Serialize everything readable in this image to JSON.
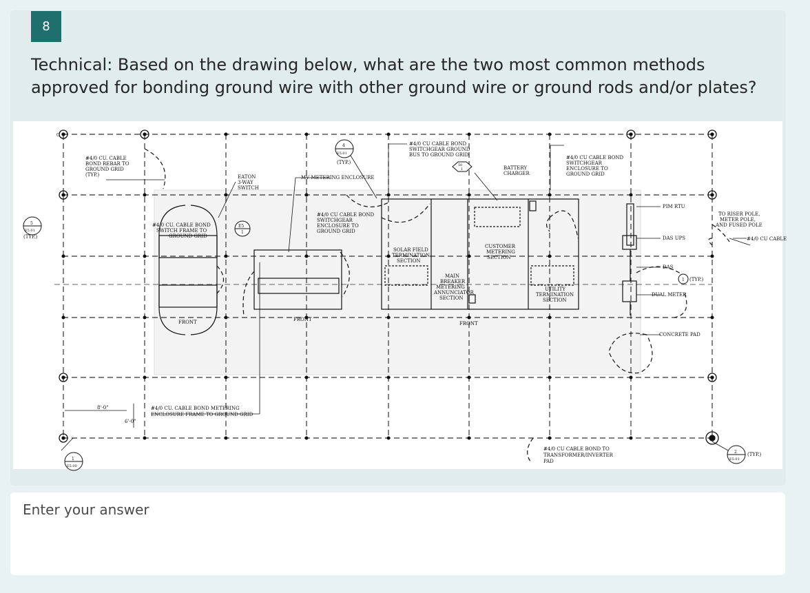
{
  "question": {
    "number": "8",
    "text": "Technical: Based on the drawing below, what are the two most common methods approved for bonding ground wire with other ground wire or ground rods and/or plates?"
  },
  "drawing": {
    "labels": {
      "bond_rebar": [
        "#4/0 CU. CABLE",
        "BOND REBAR TO",
        "GROUND GRID",
        "(TYP.)"
      ],
      "eaton_switch": [
        "EATON",
        "3-WAY",
        "SWITCH"
      ],
      "mv_enclosure": "MV METERING ENCLOSURE",
      "bond_switchgear_bus": [
        "#4/0 CU CABLE BOND",
        "SWITCHGEAR GROUND",
        "BUS TO GROUND GRID"
      ],
      "battery_charger": [
        "BATTERY",
        "CHARGER"
      ],
      "bond_switchgear_enclosure_right": [
        "#4/0 CU CABLE BOND",
        "SWITCHGEAR",
        "ENCLOSURE TO",
        "GROUND GRID"
      ],
      "bond_switch_frame": [
        "#4/0 CU. CABLE BOND",
        "SWITCH FRAME TO",
        "GROUND GRID"
      ],
      "bond_switchgear_enclosure_mid": [
        "#4/0 CU CABLE BOND",
        "SWITCHGEAR",
        "ENCLOSURE TO",
        "GROUND GRID"
      ],
      "solar_field": [
        "SOLAR FIELD",
        "TERMINATION",
        "SECTION"
      ],
      "main_breaker": [
        "MAIN",
        "BREAKER",
        "METERING",
        "ANNUNCIATOR",
        "SECTION"
      ],
      "customer_metering": [
        "CUSTOMER",
        "METERING",
        "SECTION"
      ],
      "utility_termination": [
        "UTILITY",
        "TERMINATION",
        "SECTION"
      ],
      "pim_rtu": "PIM RTU",
      "das_ups": "DAS UPS",
      "das": "DAS",
      "dual_meter": "DUAL METER",
      "concrete_pad": "CONCRETE PAD",
      "riser_pole": [
        "TO RISER POLE,",
        "METER POLE,",
        "AND FUSED POLE"
      ],
      "cu_cable": "#4/0 CU CABLE",
      "bond_meter_enclosure": [
        "#4/0 CU. CABLE BOND METERING",
        "ENCLOSURE FRAME TO GROUND GRID"
      ],
      "bond_transformer": [
        "#4/0 CU CABLE BOND TO",
        "TRANSFORMER/INVERTER",
        "PAD"
      ],
      "front": "FRONT",
      "typ": "(TYP.)",
      "typ_plain": "(TYP.)",
      "dim_a": "8'-0\"",
      "dim_b": "6'-0\"",
      "ref_5": "5",
      "ref_es01": "E5.01",
      "ref_4": "4",
      "ref_es01b": "E5.01",
      "ref_es": "E5",
      "ref_es_1": "1",
      "ref_50": "50",
      "ref_50_1": "1",
      "ref_1": "1",
      "ref_es00": "E5.00",
      "ref_2": "2",
      "ref_es01c": "E5.01",
      "ref_1b": "1",
      "g": "G"
    }
  },
  "answer": {
    "placeholder": "Enter your answer"
  }
}
